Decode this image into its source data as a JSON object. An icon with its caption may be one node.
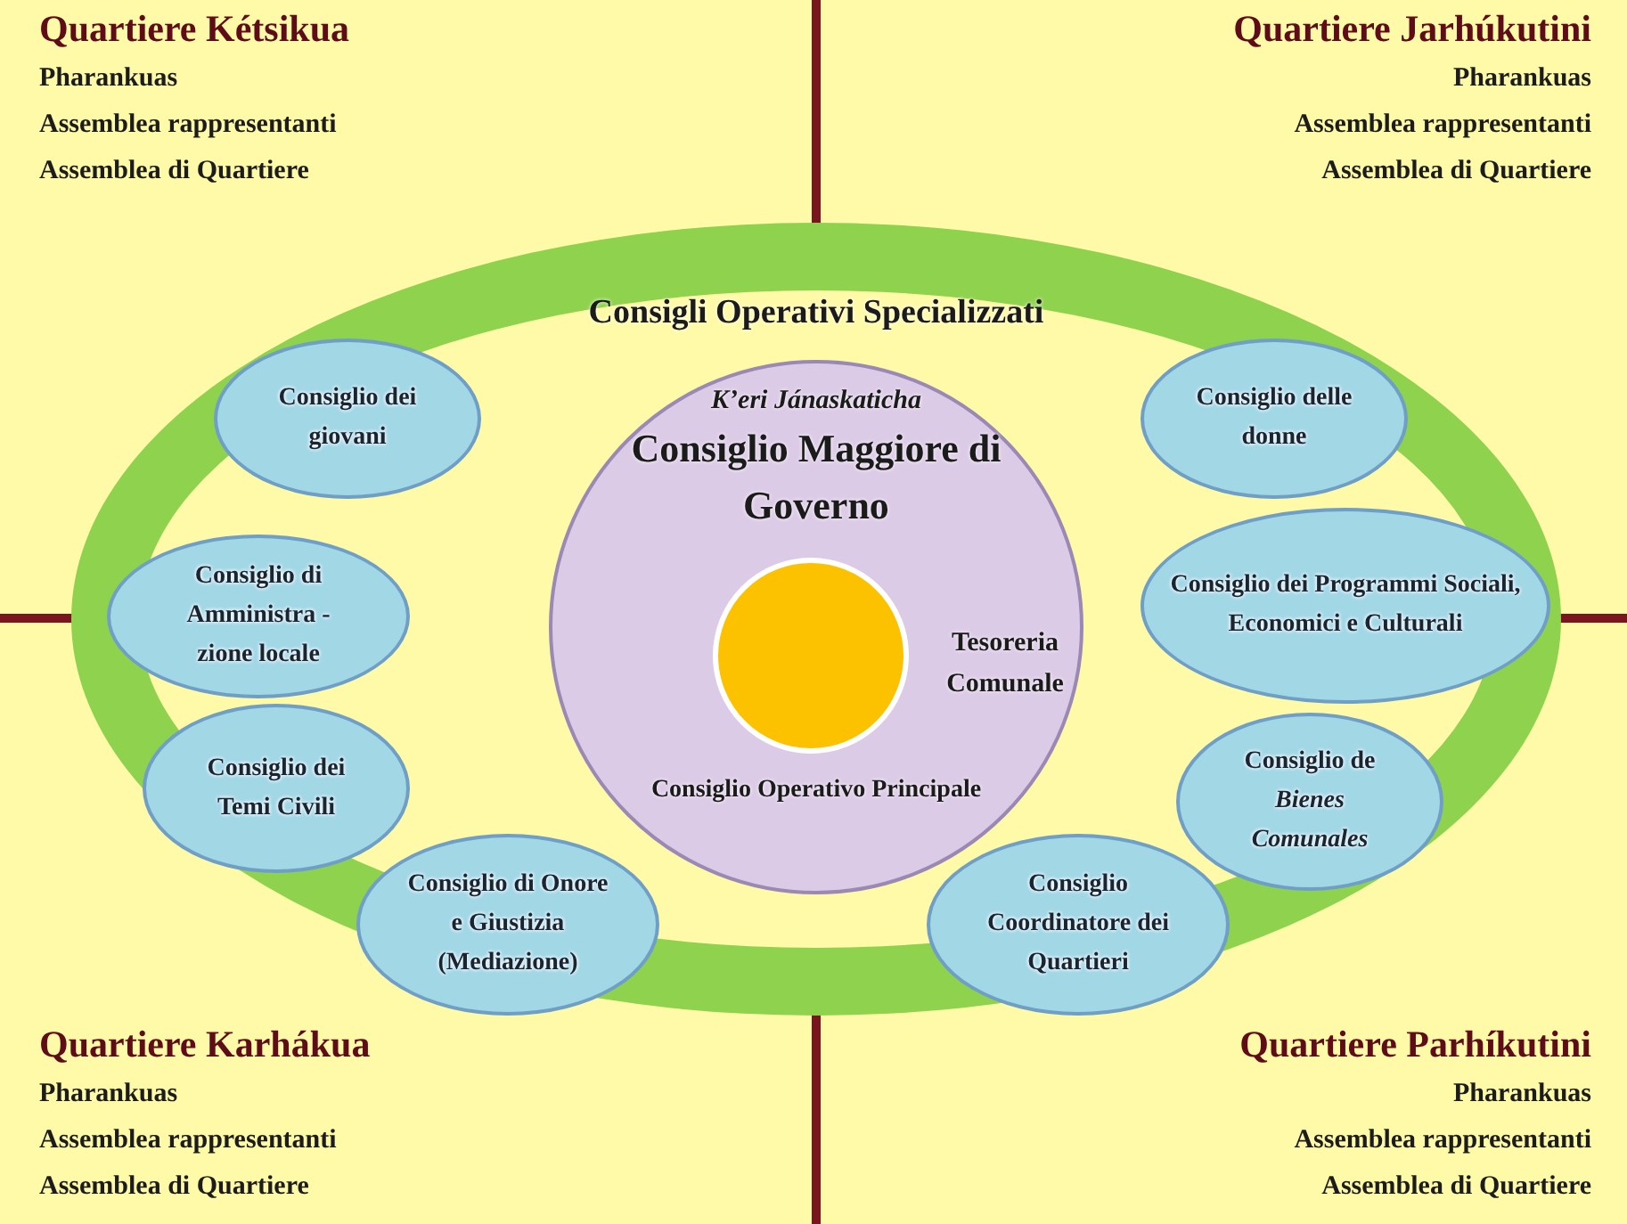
{
  "diagram": {
    "nodes": [
      {
        "text": [
          "Consigli Operativi Specializzati"
        ]
      },
      {
        "text": [
          "K’eri Jánaskaticha",
          "Consiglio Maggiore di Governo",
          "Tesoreria Comunale",
          "Consiglio Operativo Principale"
        ],
        "in": 0
      },
      {
        "text": [],
        "shape": "circle",
        "in": 1
      },
      {
        "text": [
          "Consiglio dei giovani"
        ],
        "in": 0
      },
      {
        "text": [
          "Consiglio delle donne"
        ],
        "in": 0
      },
      {
        "text": [
          "Consiglio di Amministra -zione locale"
        ],
        "in": 0
      },
      {
        "text": [
          "Consiglio dei Programmi Sociali, Economici e Culturali"
        ],
        "in": 0
      },
      {
        "text": [
          "Consiglio dei Temi Civili"
        ],
        "in": 0
      },
      {
        "text": [
          "Consiglio de *Bienes Comunales*"
        ],
        "in": 0
      },
      {
        "text": [
          "Consiglio di Onore e Giustizia (Mediazione)"
        ],
        "in": 0
      },
      {
        "text": [
          "Consiglio Coordinatore dei Quartieri"
        ],
        "in": 0
      }
    ],
    "edges": [],
    "labels": [
      "Quartiere Kétsikua",
      "Pharankuas",
      "Assemblea rappresentanti",
      "Assemblea di Quartiere",
      "Quartiere Jarhúkutini",
      "Pharankuas",
      "Assemblea rappresentanti",
      "Assemblea di Quartiere",
      "Quartiere Karhákua",
      "Pharankuas",
      "Assemblea rappresentanti",
      "Assemblea di Quartiere",
      "Quartiere Parhíkutini",
      "Pharankuas",
      "Assemblea rappresentanti",
      "Assemblea di Quartiere"
    ]
  }
}
